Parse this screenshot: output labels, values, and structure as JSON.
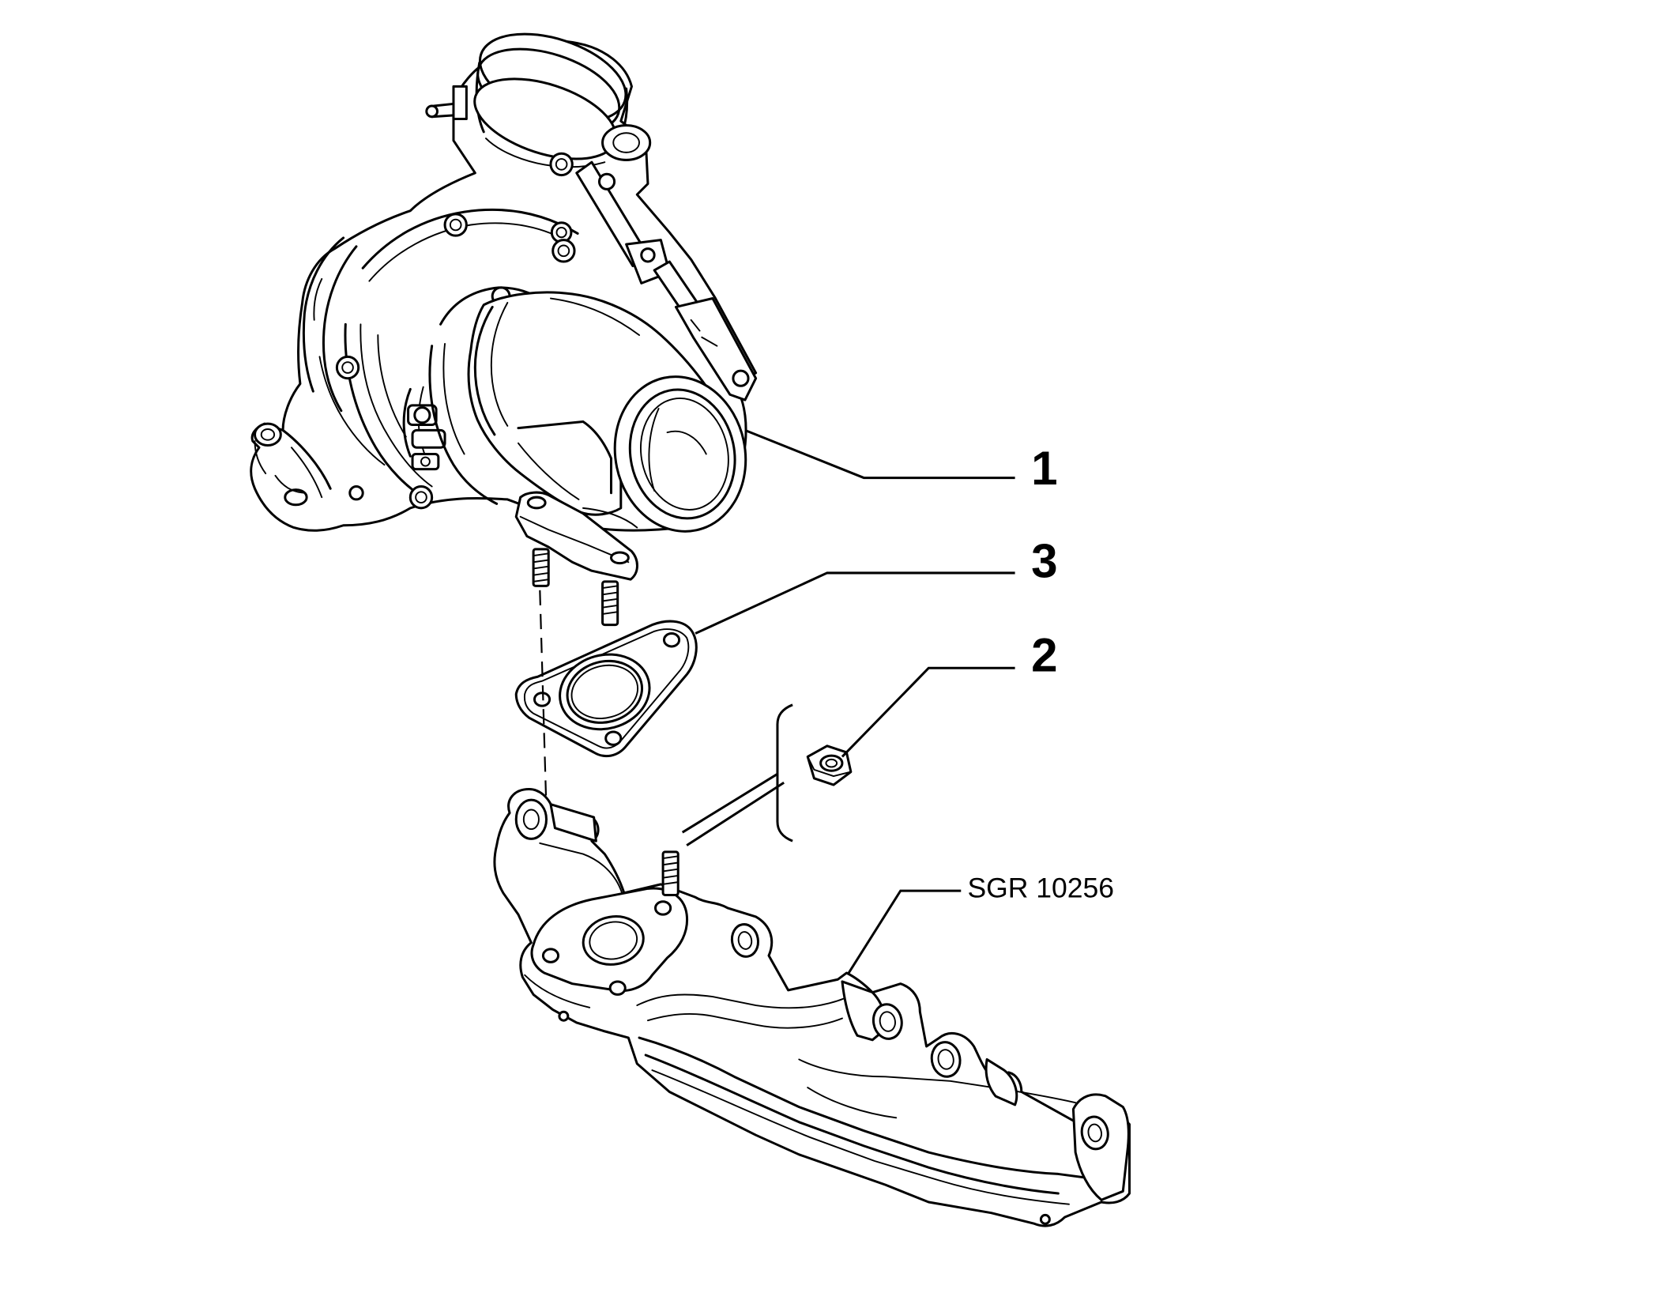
{
  "callouts": [
    {
      "id": "1",
      "label": "1"
    },
    {
      "id": "3",
      "label": "3"
    },
    {
      "id": "2",
      "label": "2"
    }
  ],
  "reference": "SGR 10256"
}
